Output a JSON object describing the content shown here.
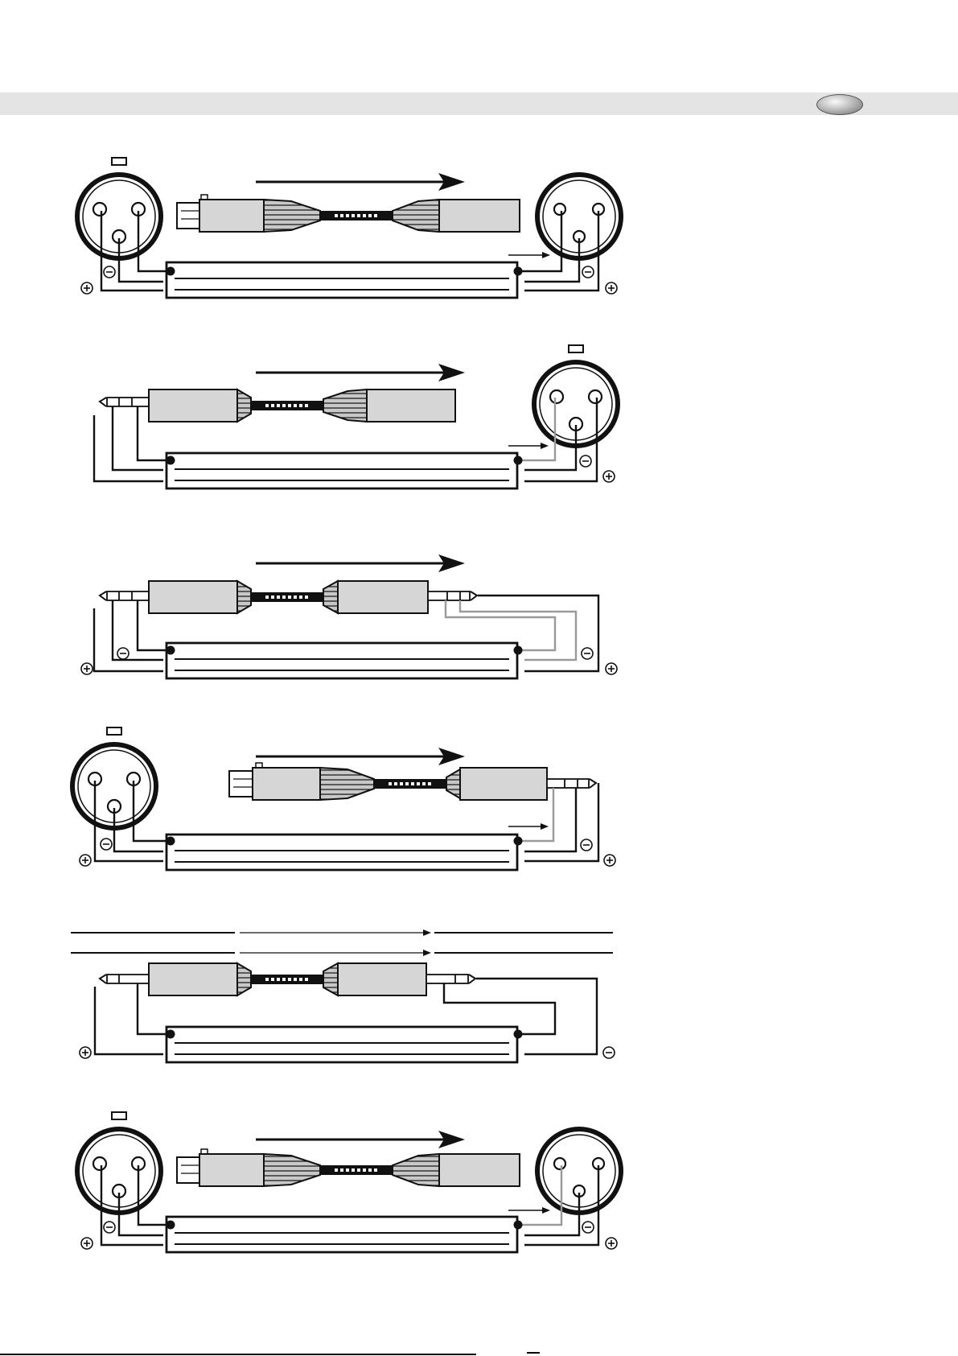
{
  "page": {
    "header_band_color": "#e4e4e4",
    "badge_icon": "gradient-ellipse-icon"
  },
  "diagrams": [
    {
      "name": "xlr-to-xlr-cable",
      "left": "xlr-female",
      "right": "xlr-male",
      "hot_wire": "black"
    },
    {
      "name": "trs-to-xlr-cable",
      "left": "trs-plug",
      "right": "xlr-female",
      "hot_wire": "gray"
    },
    {
      "name": "trs-to-trs-cable",
      "left": "trs-plug",
      "right": "trs-plug",
      "hot_wire": "gray"
    },
    {
      "name": "xlr-to-trs-cable",
      "left": "xlr-female",
      "right": "trs-plug",
      "hot_wire": "gray"
    },
    {
      "name": "ts-to-ts-unbalanced-cable",
      "left": "ts-plug",
      "right": "ts-plug",
      "hot_wire": "black"
    },
    {
      "name": "xlr-to-xlr-cable-gray-hot",
      "left": "xlr-female",
      "right": "xlr-male",
      "hot_wire": "gray"
    }
  ],
  "symbols": {
    "plus": "+",
    "minus": "−"
  },
  "colors": {
    "wire_black": "#111111",
    "wire_gray": "#9a9a9a",
    "connector_body": "#d6d6d6"
  }
}
